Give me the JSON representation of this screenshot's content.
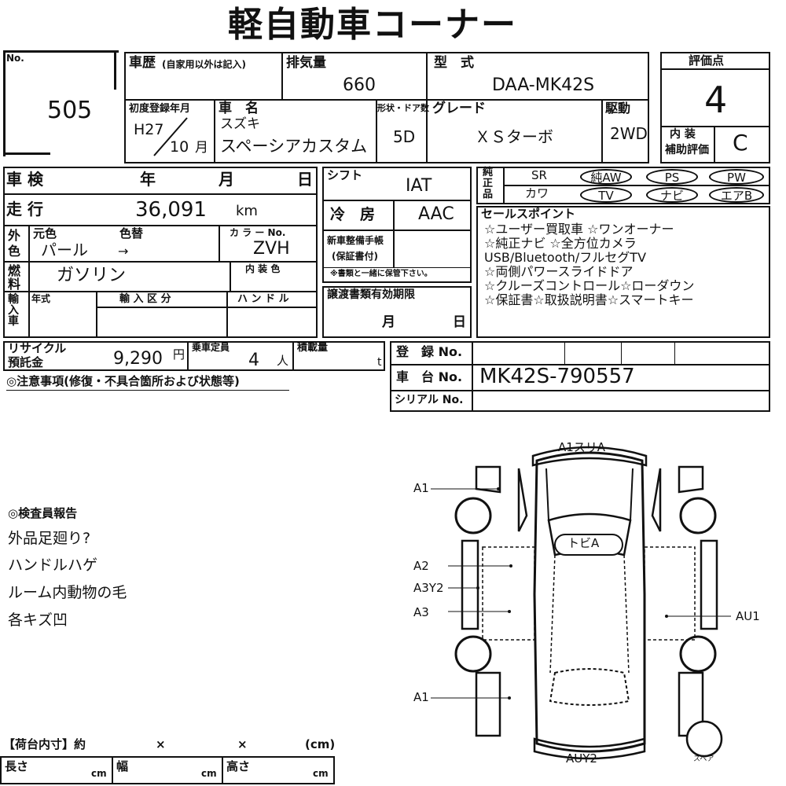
{
  "header": {
    "title": "軽自動車コーナー"
  },
  "lot": {
    "label": "No.",
    "number": "505"
  },
  "history": {
    "label": "車歴",
    "note": "(自家用以外は記入)"
  },
  "displacement": {
    "label": "排気量",
    "value": "660"
  },
  "model": {
    "label": "型　式",
    "value": "DAA-MK42S"
  },
  "rating": {
    "label": "評価点",
    "value": "4",
    "interior_label": "内 装\n補助評価",
    "interior_label_l1": "内 装",
    "interior_label_l2": "補助評価",
    "interior_value": "C"
  },
  "first_reg": {
    "label": "初度登録年月",
    "era": "H27",
    "month": "10",
    "month_unit": "月"
  },
  "car_name": {
    "label": "車　名",
    "maker": "スズキ",
    "name": "スペーシアカスタム"
  },
  "doors": {
    "label": "形状・ドア数",
    "value": "5D"
  },
  "grade": {
    "label": "グレード",
    "value": "ＸＳターボ"
  },
  "drive": {
    "label": "駆動",
    "value": "2WD"
  },
  "inspection": {
    "label": "車 検",
    "year": "年",
    "month": "月",
    "day": "日"
  },
  "shift": {
    "label": "シフト",
    "value": "IAT"
  },
  "equipment": {
    "label": "純正品",
    "items_row1": [
      "SR",
      "純AW",
      "PS",
      "PW"
    ],
    "items_row2": [
      "カワ",
      "TV",
      "ナビ",
      "エアB"
    ]
  },
  "mileage": {
    "label": "走 行",
    "value": "36,091",
    "unit": "km"
  },
  "aircon": {
    "label": "冷　房",
    "value": "AAC"
  },
  "exterior": {
    "label": "外色",
    "original_label": "元色",
    "original_value": "パール",
    "repaint_label": "色替",
    "repaint_value": "→",
    "color_no_label": "カ ラ ー No.",
    "color_no_value": "ZVH"
  },
  "maintenance": {
    "label": "新車整備手帳",
    "sub": "(保証書付)",
    "note": "※書類と一緒に保管下さい。"
  },
  "fuel": {
    "label": "燃料",
    "value": "ガソリン",
    "interior_color_label": "内 装 色"
  },
  "import": {
    "label": "輸入車",
    "year_label": "年式",
    "category_label": "輸 入 区 分",
    "handle_label": "ハ ン ド ル"
  },
  "transfer": {
    "label": "譲渡書類有効期限",
    "month": "月",
    "day": "日"
  },
  "sales_points": {
    "label": "セールスポイント",
    "lines": [
      "☆ユーザー買取車 ☆ワンオーナー",
      "☆純正ナビ ☆全方位カメラ",
      "USB/Bluetooth/フルセグTV",
      "☆両側パワースライドドア",
      "☆クルーズコントロール☆ローダウン",
      "☆保証書☆取扱説明書☆スマートキー"
    ]
  },
  "recycle": {
    "label_l1": "リサイクル",
    "label_l2": "預託金",
    "value": "9,290",
    "unit": "円"
  },
  "capacity": {
    "label": "乗車定員",
    "value": "4",
    "unit": "人"
  },
  "load": {
    "label": "積載量",
    "unit": "t"
  },
  "registration": {
    "label": "登　録 No."
  },
  "chassis": {
    "label": "車　台 No.",
    "value": "MK42S-790557"
  },
  "serial": {
    "label": "シリアル No."
  },
  "notes": {
    "label": "◎注意事項(修復・不具合箇所および状態等)"
  },
  "inspector": {
    "label": "◎検査員報告",
    "lines": [
      "外品足廻り?",
      "ハンドルハゲ",
      "ルーム内動物の毛",
      "各キズ凹"
    ]
  },
  "diagram": {
    "labels": {
      "top": "A1スリA",
      "front_left": "A1",
      "left_mid1": "A2",
      "left_mid2": "A3Y2",
      "left_mid3": "A3",
      "rear_left": "A1",
      "right": "AU1",
      "roof": "トビA",
      "bottom": "AUY2",
      "spare": "スペア"
    }
  },
  "cargo": {
    "label": "【荷台内寸】約",
    "x1": "×",
    "x2": "×",
    "unit": "(cm)",
    "length_label": "長さ",
    "width_label": "幅",
    "height_label": "高さ",
    "cm": "cm"
  }
}
